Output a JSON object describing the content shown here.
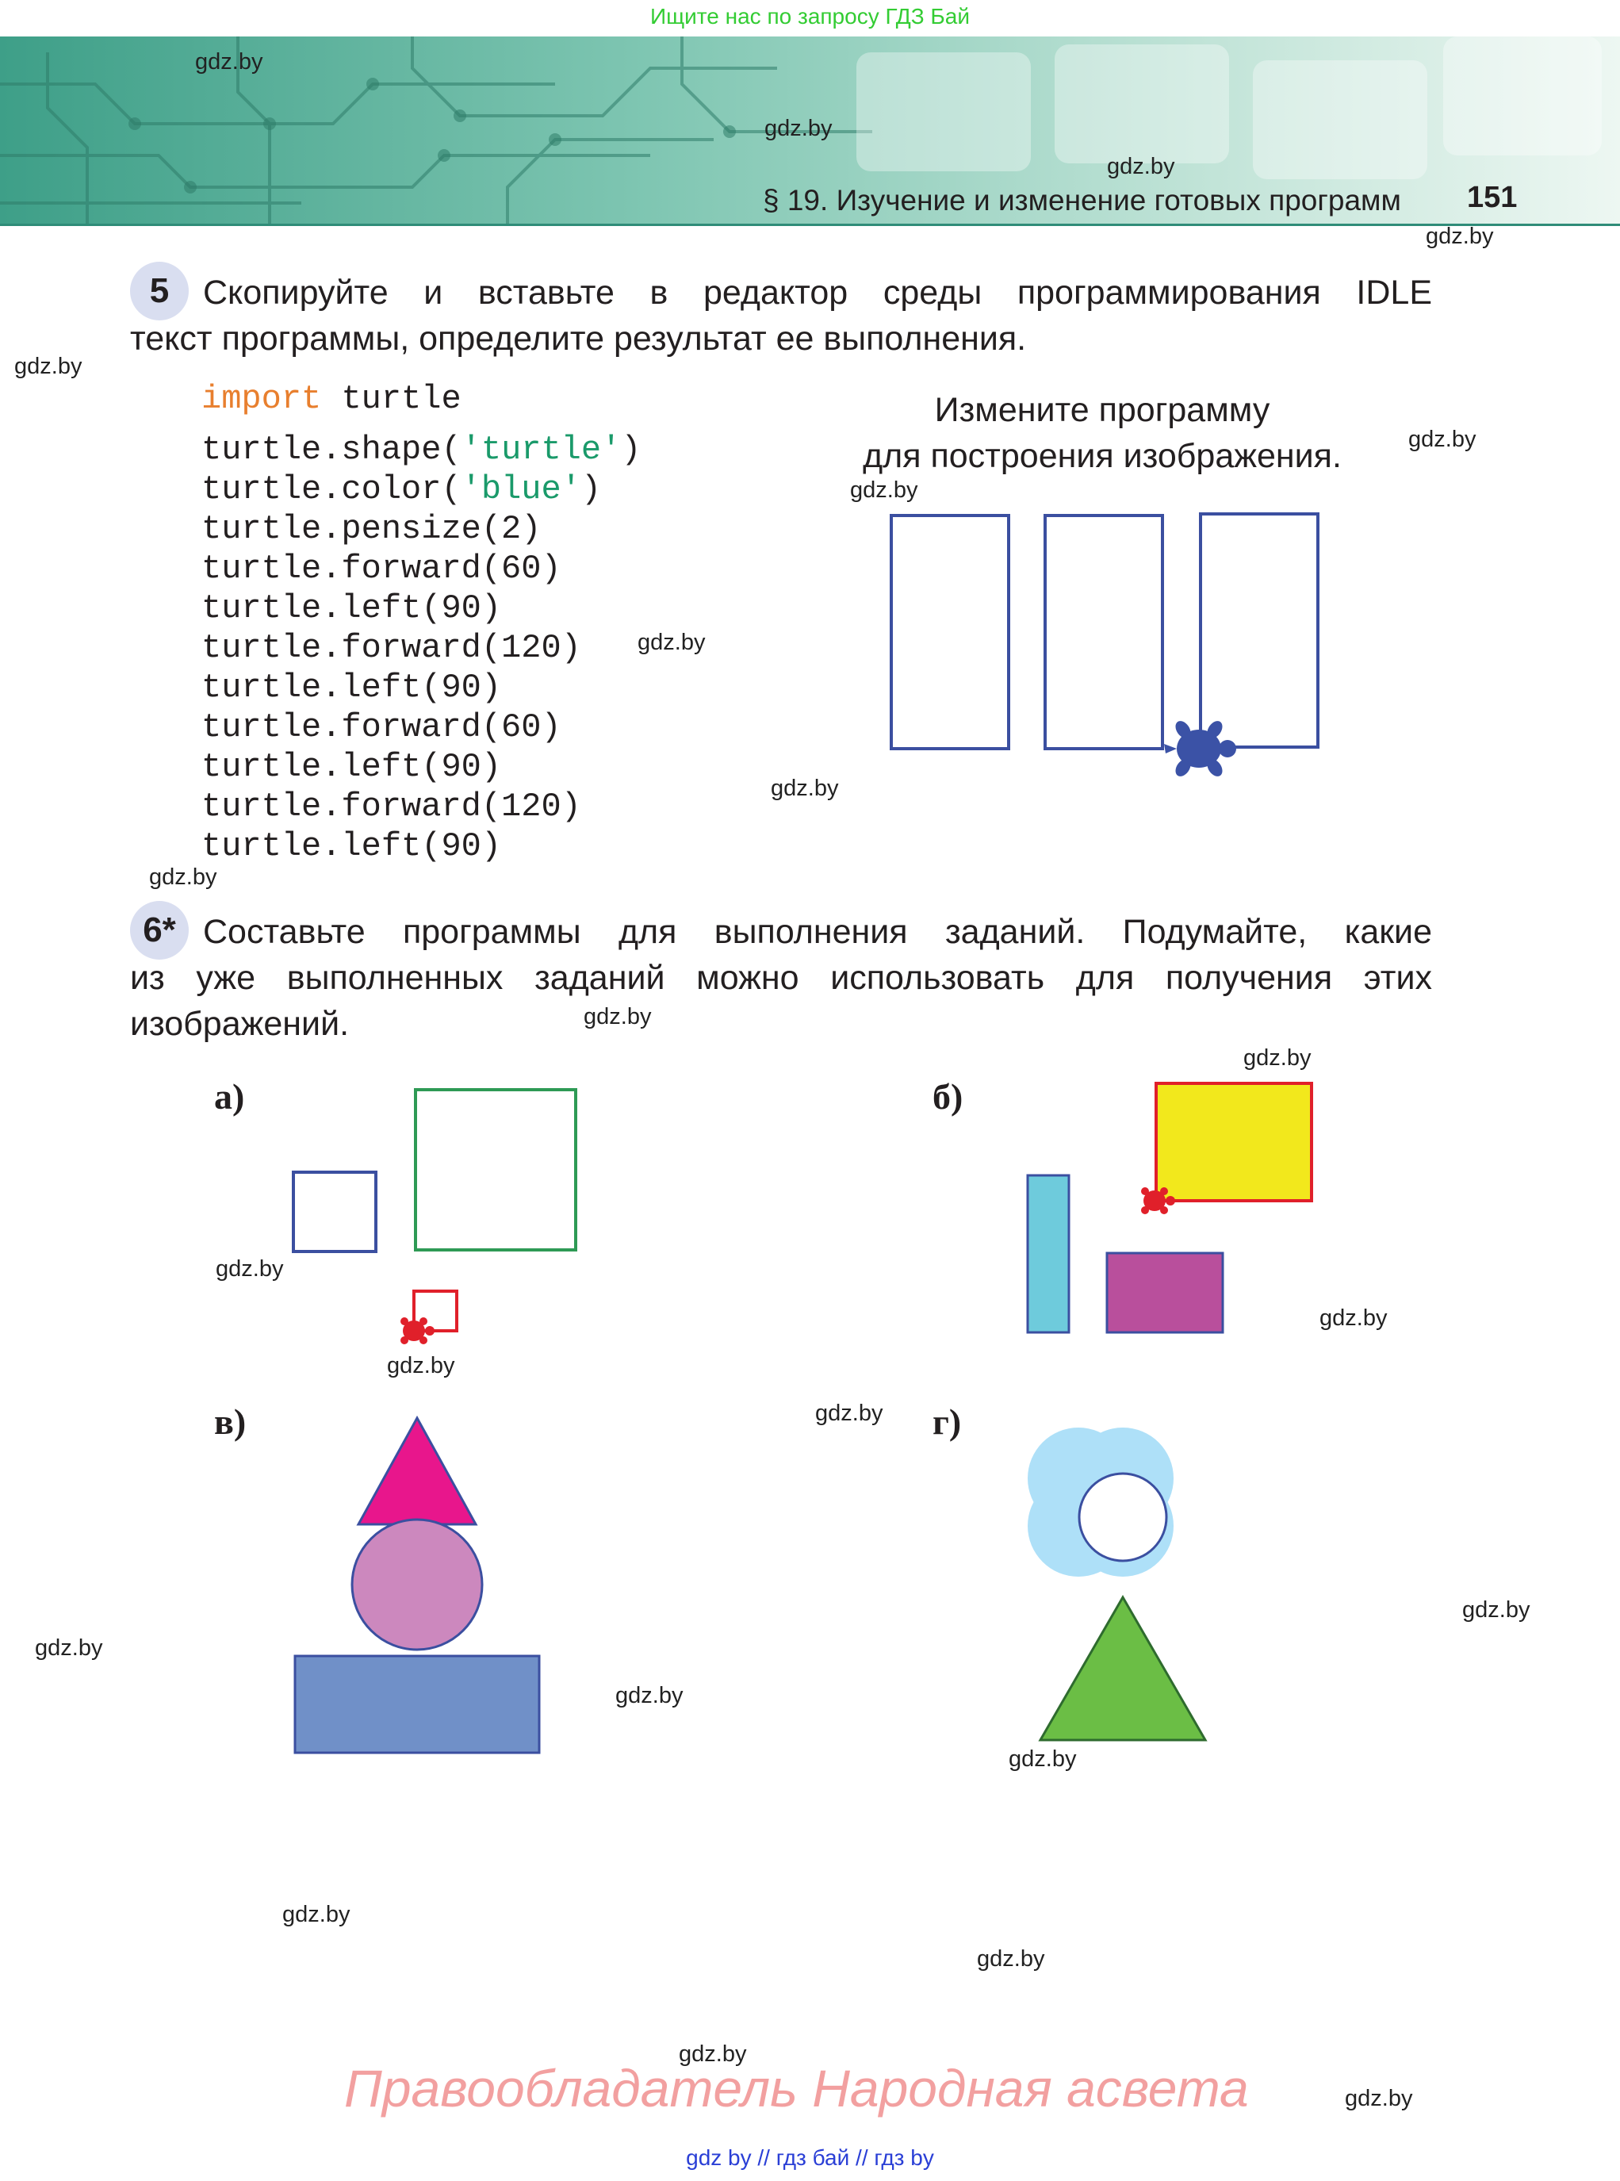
{
  "top_banner": {
    "search_text": "Ищите нас по запросу ГДЗ Бай"
  },
  "header": {
    "section_title": "§ 19. Изучение и изменение готовых программ",
    "page_number": "151"
  },
  "task5": {
    "number": "5",
    "lines": [
      "Скопируйте и вставьте в редактор среды программирования IDLE",
      "текст программы, определите результат ее выполнения."
    ],
    "code": {
      "line1_keyword": "import",
      "line1_rest": " turtle",
      "line2_a": "turtle.shape(",
      "line2_str": "'turtle'",
      "line2_b": ")",
      "line3_a": "turtle.color(",
      "line3_str": "'blue'",
      "line3_b": ")",
      "line4": "turtle.pensize(2)",
      "line5": "turtle.forward(60)",
      "line6": "turtle.left(90)",
      "line7": "turtle.forward(120)",
      "line8": "turtle.left(90)",
      "line9": "turtle.forward(60)",
      "line10": "turtle.left(90)",
      "line11": "turtle.forward(120)",
      "line12": "turtle.left(90)"
    },
    "modify_line1": "Измените программу",
    "modify_line2": "для построения изображения."
  },
  "task6": {
    "number": "6*",
    "lines": [
      "Составьте программы для выполнения заданий. Подумайте, какие",
      "из уже выполненных заданий можно использовать для получения этих",
      "изображений."
    ],
    "labels": {
      "a": "а)",
      "b": "б)",
      "v": "в)",
      "g": "г)"
    }
  },
  "colors": {
    "blue_outline": "#3b4fa0",
    "green_outline": "#2e9a55",
    "red": "#e0202a",
    "yellow": "#f2e81c",
    "cyan": "#6ecbdc",
    "purple": "#b94f9c",
    "magenta": "#e8168c",
    "pink_circle": "#cc88be",
    "steel_blue": "#7090c8",
    "light_blue": "#aee0f8",
    "green_fill": "#6bbe45"
  },
  "watermark": "gdz.by",
  "footer": {
    "copyright": "Правообладатель  Народная асвета",
    "links": "gdz by  //  гдз бай  //  гдз by"
  }
}
